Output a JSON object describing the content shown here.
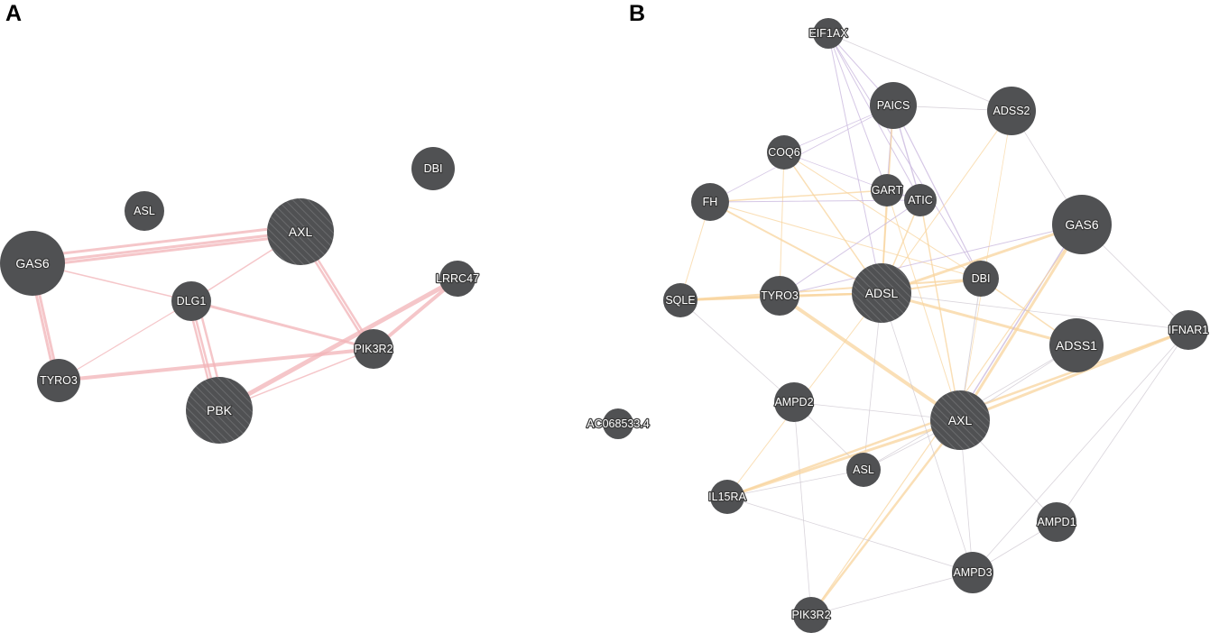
{
  "colors": {
    "node_fill": "#505153",
    "node_hatch": "#6a6b6d",
    "node_label": "#ffffff",
    "edge_physical": "#f2b3b7",
    "edge_coexpression": "#c7b4dc",
    "edge_pathway": "#f8d49e",
    "edge_other": "#c9c2cc"
  },
  "panels": [
    {
      "letter": "A",
      "nodes": [
        {
          "id": "ASL",
          "label": "ASL"
        },
        {
          "id": "DBI",
          "label": "DBI"
        },
        {
          "id": "AXL",
          "label": "AXL",
          "query": true
        },
        {
          "id": "GAS6",
          "label": "GAS6"
        },
        {
          "id": "LRRC47",
          "label": "LRRC47"
        },
        {
          "id": "DLG1",
          "label": "DLG1"
        },
        {
          "id": "PIK3R2",
          "label": "PIK3R2"
        },
        {
          "id": "TYRO3",
          "label": "TYRO3"
        },
        {
          "id": "PBK",
          "label": "PBK",
          "query": true
        },
        {
          "id": "AC068533.4",
          "label": "AC068533.4"
        }
      ],
      "edges": [
        {
          "from": "GAS6",
          "to": "AXL",
          "type": "physical",
          "weight": 3
        },
        {
          "from": "GAS6",
          "to": "AXL",
          "type": "physical",
          "weight": 3
        },
        {
          "from": "GAS6",
          "to": "AXL",
          "type": "physical",
          "weight": 3
        },
        {
          "from": "GAS6",
          "to": "TYRO3",
          "type": "physical",
          "weight": 3
        },
        {
          "from": "GAS6",
          "to": "TYRO3",
          "type": "physical",
          "weight": 3
        },
        {
          "from": "GAS6",
          "to": "DLG1",
          "type": "physical",
          "weight": 1.5
        },
        {
          "from": "TYRO3",
          "to": "PIK3R2",
          "type": "physical",
          "weight": 4
        },
        {
          "from": "AXL",
          "to": "PIK3R2",
          "type": "physical",
          "weight": 2.5
        },
        {
          "from": "AXL",
          "to": "PIK3R2",
          "type": "physical",
          "weight": 2.5
        },
        {
          "from": "AXL",
          "to": "DLG1",
          "type": "physical",
          "weight": 1.5
        },
        {
          "from": "DLG1",
          "to": "PBK",
          "type": "physical",
          "weight": 2.5
        },
        {
          "from": "DLG1",
          "to": "PBK",
          "type": "physical",
          "weight": 2.5
        },
        {
          "from": "DLG1",
          "to": "PBK",
          "type": "physical",
          "weight": 2.5
        },
        {
          "from": "DLG1",
          "to": "PIK3R2",
          "type": "physical",
          "weight": 3
        },
        {
          "from": "PBK",
          "to": "LRRC47",
          "type": "physical",
          "weight": 5
        },
        {
          "from": "PBK",
          "to": "PIK3R2",
          "type": "physical",
          "weight": 1.5
        },
        {
          "from": "PIK3R2",
          "to": "LRRC47",
          "type": "physical",
          "weight": 4
        },
        {
          "from": "TYRO3",
          "to": "DLG1",
          "type": "physical",
          "weight": 1.2
        }
      ]
    },
    {
      "letter": "B",
      "nodes": [
        {
          "id": "EIF1AX",
          "label": "EIF1AX"
        },
        {
          "id": "PAICS",
          "label": "PAICS"
        },
        {
          "id": "ADSS2",
          "label": "ADSS2"
        },
        {
          "id": "COQ6",
          "label": "COQ6"
        },
        {
          "id": "GART",
          "label": "GART"
        },
        {
          "id": "ATIC",
          "label": "ATIC"
        },
        {
          "id": "FH",
          "label": "FH"
        },
        {
          "id": "GAS6",
          "label": "GAS6"
        },
        {
          "id": "SQLE",
          "label": "SQLE"
        },
        {
          "id": "TYRO3",
          "label": "TYRO3"
        },
        {
          "id": "ADSL",
          "label": "ADSL",
          "query": true
        },
        {
          "id": "DBI",
          "label": "DBI"
        },
        {
          "id": "IFNAR1",
          "label": "IFNAR1"
        },
        {
          "id": "ADSS1",
          "label": "ADSS1"
        },
        {
          "id": "AMPD2",
          "label": "AMPD2"
        },
        {
          "id": "AXL",
          "label": "AXL",
          "query": true
        },
        {
          "id": "ASL",
          "label": "ASL"
        },
        {
          "id": "IL15RA",
          "label": "IL15RA"
        },
        {
          "id": "AMPD1",
          "label": "AMPD1"
        },
        {
          "id": "AMPD3",
          "label": "AMPD3"
        },
        {
          "id": "PIK3R2",
          "label": "PIK3R2"
        }
      ],
      "edges": [
        {
          "from": "EIF1AX",
          "to": "PAICS",
          "type": "coexpression",
          "weight": 1
        },
        {
          "from": "EIF1AX",
          "to": "GART",
          "type": "coexpression",
          "weight": 1
        },
        {
          "from": "EIF1AX",
          "to": "ATIC",
          "type": "coexpression",
          "weight": 1
        },
        {
          "from": "EIF1AX",
          "to": "ADSL",
          "type": "coexpression",
          "weight": 1
        },
        {
          "from": "EIF1AX",
          "to": "DBI",
          "type": "coexpression",
          "weight": 1
        },
        {
          "from": "EIF1AX",
          "to": "ADSS2",
          "type": "other",
          "weight": 0.8
        },
        {
          "from": "PAICS",
          "to": "ADSS2",
          "type": "other",
          "weight": 0.8
        },
        {
          "from": "PAICS",
          "to": "GART",
          "type": "coexpression",
          "weight": 1.4
        },
        {
          "from": "PAICS",
          "to": "ATIC",
          "type": "coexpression",
          "weight": 1.4
        },
        {
          "from": "PAICS",
          "to": "ADSL",
          "type": "pathway",
          "weight": 1.5
        },
        {
          "from": "PAICS",
          "to": "DBI",
          "type": "coexpression",
          "weight": 1.2
        },
        {
          "from": "PAICS",
          "to": "FH",
          "type": "coexpression",
          "weight": 0.8
        },
        {
          "from": "PAICS",
          "to": "COQ6",
          "type": "coexpression",
          "weight": 0.8
        },
        {
          "from": "ADSS2",
          "to": "ADSL",
          "type": "pathway",
          "weight": 1
        },
        {
          "from": "ADSS2",
          "to": "GAS6",
          "type": "other",
          "weight": 0.8
        },
        {
          "from": "ADSS2",
          "to": "AXL",
          "type": "pathway",
          "weight": 0.8
        },
        {
          "from": "COQ6",
          "to": "ADSL",
          "type": "pathway",
          "weight": 1.5
        },
        {
          "from": "COQ6",
          "to": "GART",
          "type": "coexpression",
          "weight": 0.8
        },
        {
          "from": "COQ6",
          "to": "TYRO3",
          "type": "pathway",
          "weight": 1
        },
        {
          "from": "COQ6",
          "to": "DBI",
          "type": "pathway",
          "weight": 1
        },
        {
          "from": "FH",
          "to": "ADSL",
          "type": "pathway",
          "weight": 2
        },
        {
          "from": "FH",
          "to": "GART",
          "type": "pathway",
          "weight": 1.5
        },
        {
          "from": "FH",
          "to": "ATIC",
          "type": "coexpression",
          "weight": 1
        },
        {
          "from": "FH",
          "to": "DBI",
          "type": "pathway",
          "weight": 1
        },
        {
          "from": "FH",
          "to": "SQLE",
          "type": "pathway",
          "weight": 1
        },
        {
          "from": "GART",
          "to": "ADSL",
          "type": "pathway",
          "weight": 1.5
        },
        {
          "from": "GART",
          "to": "ATIC",
          "type": "coexpression",
          "weight": 1.5
        },
        {
          "from": "GART",
          "to": "AXL",
          "type": "pathway",
          "weight": 1
        },
        {
          "from": "ATIC",
          "to": "ADSL",
          "type": "pathway",
          "weight": 1.5
        },
        {
          "from": "ATIC",
          "to": "AXL",
          "type": "pathway",
          "weight": 1.5
        },
        {
          "from": "ATIC",
          "to": "TYRO3",
          "type": "coexpression",
          "weight": 1
        },
        {
          "from": "SQLE",
          "to": "TYRO3",
          "type": "pathway",
          "weight": 2.5
        },
        {
          "from": "SQLE",
          "to": "ADSL",
          "type": "pathway",
          "weight": 2.5
        },
        {
          "from": "SQLE",
          "to": "DBI",
          "type": "pathway",
          "weight": 2
        },
        {
          "from": "SQLE",
          "to": "AMPD2",
          "type": "other",
          "weight": 0.8
        },
        {
          "from": "TYRO3",
          "to": "ADSL",
          "type": "pathway",
          "weight": 2
        },
        {
          "from": "TYRO3",
          "to": "AXL",
          "type": "pathway",
          "weight": 4
        },
        {
          "from": "TYRO3",
          "to": "GAS6",
          "type": "coexpression",
          "weight": 1
        },
        {
          "from": "ADSL",
          "to": "GAS6",
          "type": "pathway",
          "weight": 3
        },
        {
          "from": "ADSL",
          "to": "DBI",
          "type": "pathway",
          "weight": 2
        },
        {
          "from": "ADSL",
          "to": "ADSS1",
          "type": "pathway",
          "weight": 3
        },
        {
          "from": "ADSL",
          "to": "IL15RA",
          "type": "pathway",
          "weight": 1
        },
        {
          "from": "ADSL",
          "to": "ASL",
          "type": "other",
          "weight": 0.8
        },
        {
          "from": "DBI",
          "to": "ADSS1",
          "type": "pathway",
          "weight": 1.5
        },
        {
          "from": "DBI",
          "to": "AXL",
          "type": "other",
          "weight": 1
        },
        {
          "from": "GAS6",
          "to": "AXL",
          "type": "pathway",
          "weight": 3
        },
        {
          "from": "GAS6",
          "to": "AXL",
          "type": "coexpression",
          "weight": 1.5
        },
        {
          "from": "GAS6",
          "to": "IFNAR1",
          "type": "other",
          "weight": 0.8
        },
        {
          "from": "GAS6",
          "to": "PIK3R2",
          "type": "pathway",
          "weight": 1.2
        },
        {
          "from": "IFNAR1",
          "to": "AXL",
          "type": "pathway",
          "weight": 3
        },
        {
          "from": "IFNAR1",
          "to": "IL15RA",
          "type": "pathway",
          "weight": 2.5
        },
        {
          "from": "IFNAR1",
          "to": "ADSL",
          "type": "other",
          "weight": 0.8
        },
        {
          "from": "IFNAR1",
          "to": "AMPD1",
          "type": "other",
          "weight": 0.8
        },
        {
          "from": "IFNAR1",
          "to": "AMPD3",
          "type": "other",
          "weight": 0.8
        },
        {
          "from": "ADSS1",
          "to": "AXL",
          "type": "other",
          "weight": 0.8
        },
        {
          "from": "ADSS1",
          "to": "ASL",
          "type": "other",
          "weight": 0.8
        },
        {
          "from": "AMPD2",
          "to": "AXL",
          "type": "other",
          "weight": 0.8
        },
        {
          "from": "AMPD2",
          "to": "ASL",
          "type": "other",
          "weight": 0.8
        },
        {
          "from": "AMPD2",
          "to": "PIK3R2",
          "type": "other",
          "weight": 0.8
        },
        {
          "from": "AXL",
          "to": "IL15RA",
          "type": "pathway",
          "weight": 3
        },
        {
          "from": "AXL",
          "to": "PIK3R2",
          "type": "pathway",
          "weight": 2.5
        },
        {
          "from": "AXL",
          "to": "ASL",
          "type": "other",
          "weight": 0.8
        },
        {
          "from": "AXL",
          "to": "AMPD1",
          "type": "other",
          "weight": 0.8
        },
        {
          "from": "AXL",
          "to": "AMPD3",
          "type": "other",
          "weight": 0.8
        },
        {
          "from": "ASL",
          "to": "IL15RA",
          "type": "other",
          "weight": 0.8
        },
        {
          "from": "IL15RA",
          "to": "AMPD3",
          "type": "other",
          "weight": 0.8
        },
        {
          "from": "AMPD1",
          "to": "AMPD3",
          "type": "other",
          "weight": 0.8
        },
        {
          "from": "AMPD3",
          "to": "PIK3R2",
          "type": "other",
          "weight": 0.8
        },
        {
          "from": "ADSL",
          "to": "AMPD3",
          "type": "other",
          "weight": 0.8
        }
      ]
    }
  ]
}
